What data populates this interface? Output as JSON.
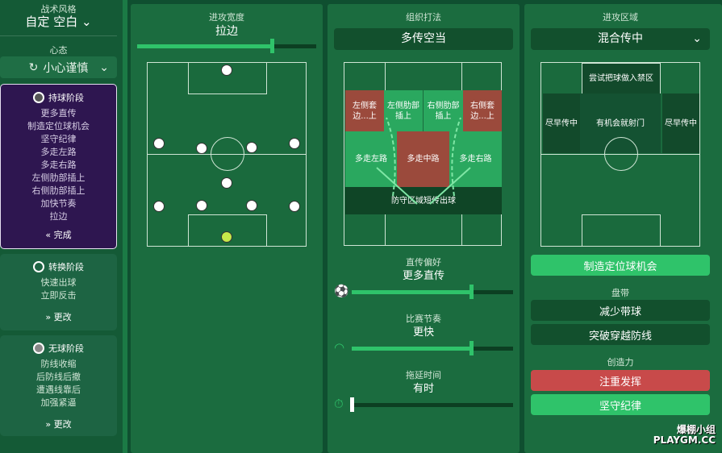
{
  "sidebar": {
    "style_label": "战术风格",
    "style_value": "自定 空白",
    "mentality_label": "心态",
    "mentality_value": "小心谨慎",
    "phases": [
      {
        "title": "持球阶段",
        "items": [
          "更多直传",
          "制造定位球机会",
          "坚守纪律",
          "多走左路",
          "多走右路",
          "左侧肋部插上",
          "右侧肋部插上",
          "加快节奏",
          "拉边"
        ],
        "action": "完成"
      },
      {
        "title": "转换阶段",
        "items": [
          "快速出球",
          "立即反击"
        ],
        "action": "更改"
      },
      {
        "title": "无球阶段",
        "items": [
          "防线收缩",
          "后防线后撤",
          "遭遇线靠后",
          "加强紧逼"
        ],
        "action": "更改"
      }
    ]
  },
  "width_panel": {
    "title": "进攻宽度",
    "value": "拉边",
    "slider_fraction": 0.75
  },
  "build_panel": {
    "title": "组织打法",
    "value": "多传空当",
    "zones": {
      "left_overlap": "左侧套边...上",
      "left_half": "左侧肋部插上",
      "right_half": "右侧肋部插上",
      "right_overlap": "右侧套边...上",
      "left": "多走左路",
      "center": "多走中路",
      "right": "多走右路",
      "defense": "防守区域短传出球"
    },
    "sliders": [
      {
        "label": "直传偏好",
        "value": "更多直传",
        "fraction": 0.74
      },
      {
        "label": "比赛节奏",
        "value": "更快",
        "fraction": 0.74
      },
      {
        "label": "拖延时间",
        "value": "有时",
        "fraction": 0.0
      }
    ]
  },
  "attack_panel": {
    "title": "进攻区域",
    "value": "混合传中",
    "zones": {
      "box": "尝试把球做入禁区",
      "left": "尽早传中",
      "center": "有机会就射门",
      "right": "尽早传中"
    },
    "set_piece": "制造定位球机会",
    "dribble_label": "盘带",
    "dribble_options": [
      "减少带球",
      "突破穿越防线"
    ],
    "creativity_label": "创造力",
    "creativity_options": [
      "注重发挥",
      "坚守纪律"
    ]
  },
  "watermark": "爆棚小组 PLAYGM.CC",
  "colors": {
    "accent": "#2fc36a",
    "red": "#c84a4a",
    "purple": "#2e1650"
  }
}
